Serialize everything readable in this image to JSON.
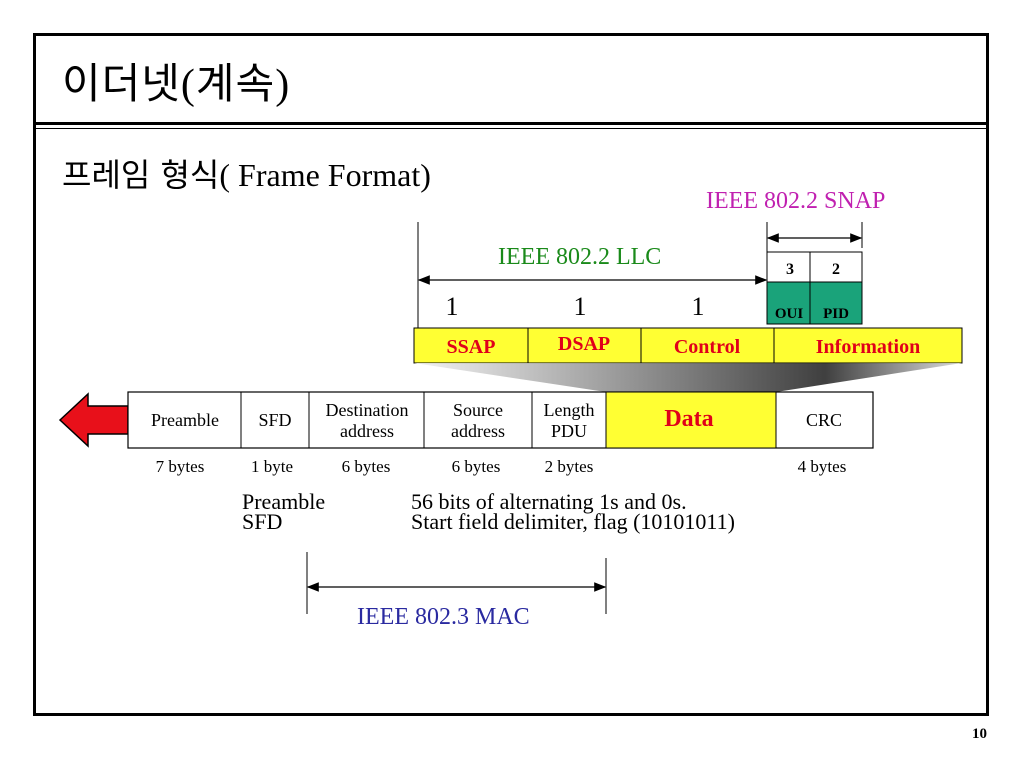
{
  "slide": {
    "title_ko": "이더넷",
    "title_paren": "(계속)",
    "subtitle_ko": "프레임 형식",
    "subtitle_rest": "( Frame Format)",
    "page_number": "10"
  },
  "diagram": {
    "snap_label": "IEEE 802.2 SNAP",
    "llc_label": "IEEE 802.2 LLC",
    "mac_label": "IEEE 802.3 MAC",
    "snap_sizes": [
      "3",
      "2"
    ],
    "snap_fields": [
      "OUI",
      "PID"
    ],
    "llc_sizes": [
      "1",
      "1",
      "1"
    ],
    "llc_fields": [
      "SSAP",
      "DSAP",
      "Control",
      "Information"
    ],
    "frame_fields": [
      {
        "top": "Preamble",
        "bottom": ""
      },
      {
        "top": "SFD",
        "bottom": ""
      },
      {
        "top": "Destination",
        "bottom": "address"
      },
      {
        "top": "Source",
        "bottom": "address"
      },
      {
        "top": "Length",
        "bottom": "PDU"
      },
      {
        "top": "Data",
        "bottom": ""
      },
      {
        "top": "CRC",
        "bottom": ""
      }
    ],
    "frame_sizes": [
      "7 bytes",
      "1 byte",
      "6 bytes",
      "6 bytes",
      "2 bytes",
      "4 bytes"
    ],
    "notes": [
      {
        "term": "Preamble",
        "desc": "56 bits of alternating 1s and 0s."
      },
      {
        "term": "SFD",
        "desc": "Start field delimiter, flag (10101011)"
      }
    ],
    "colors": {
      "yellow": "#ffff33",
      "teal": "#1aa37a",
      "red_text": "#e0001a",
      "arrow_red": "#e8101a",
      "llc_green": "#1a8a1a",
      "snap_magenta": "#c020b0",
      "mac_blue": "#2a2aa0"
    }
  }
}
